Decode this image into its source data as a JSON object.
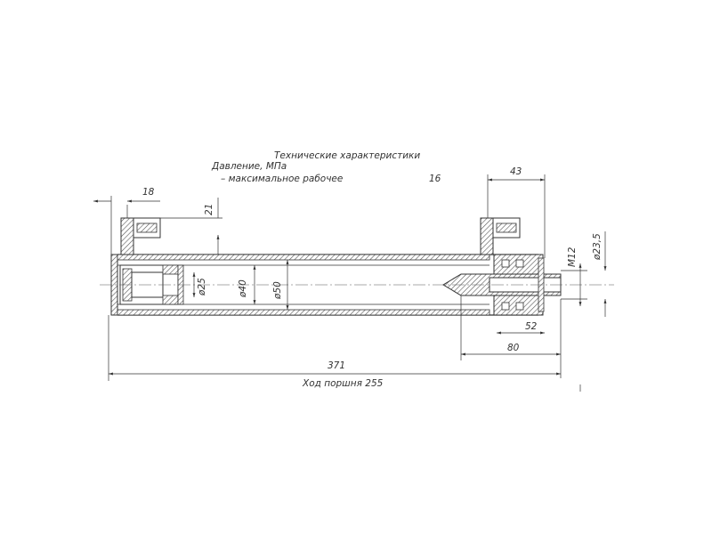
{
  "specs": {
    "title": "Технические характеристики",
    "pressure_label": "Давление, МПа",
    "max_working_label": "– максимальное рабочее",
    "max_working_value": "16"
  },
  "dimensions": {
    "left_offset": "18",
    "port_height": "21",
    "rod_end_length": "43",
    "bore_25": "ø25",
    "bore_40": "ø40",
    "bore_50": "ø50",
    "thread": "M12",
    "rod_dia": "ø23,5",
    "gland_52": "52",
    "rod_80": "80",
    "overall_length": "371",
    "stroke": "Ход поршня 255"
  }
}
